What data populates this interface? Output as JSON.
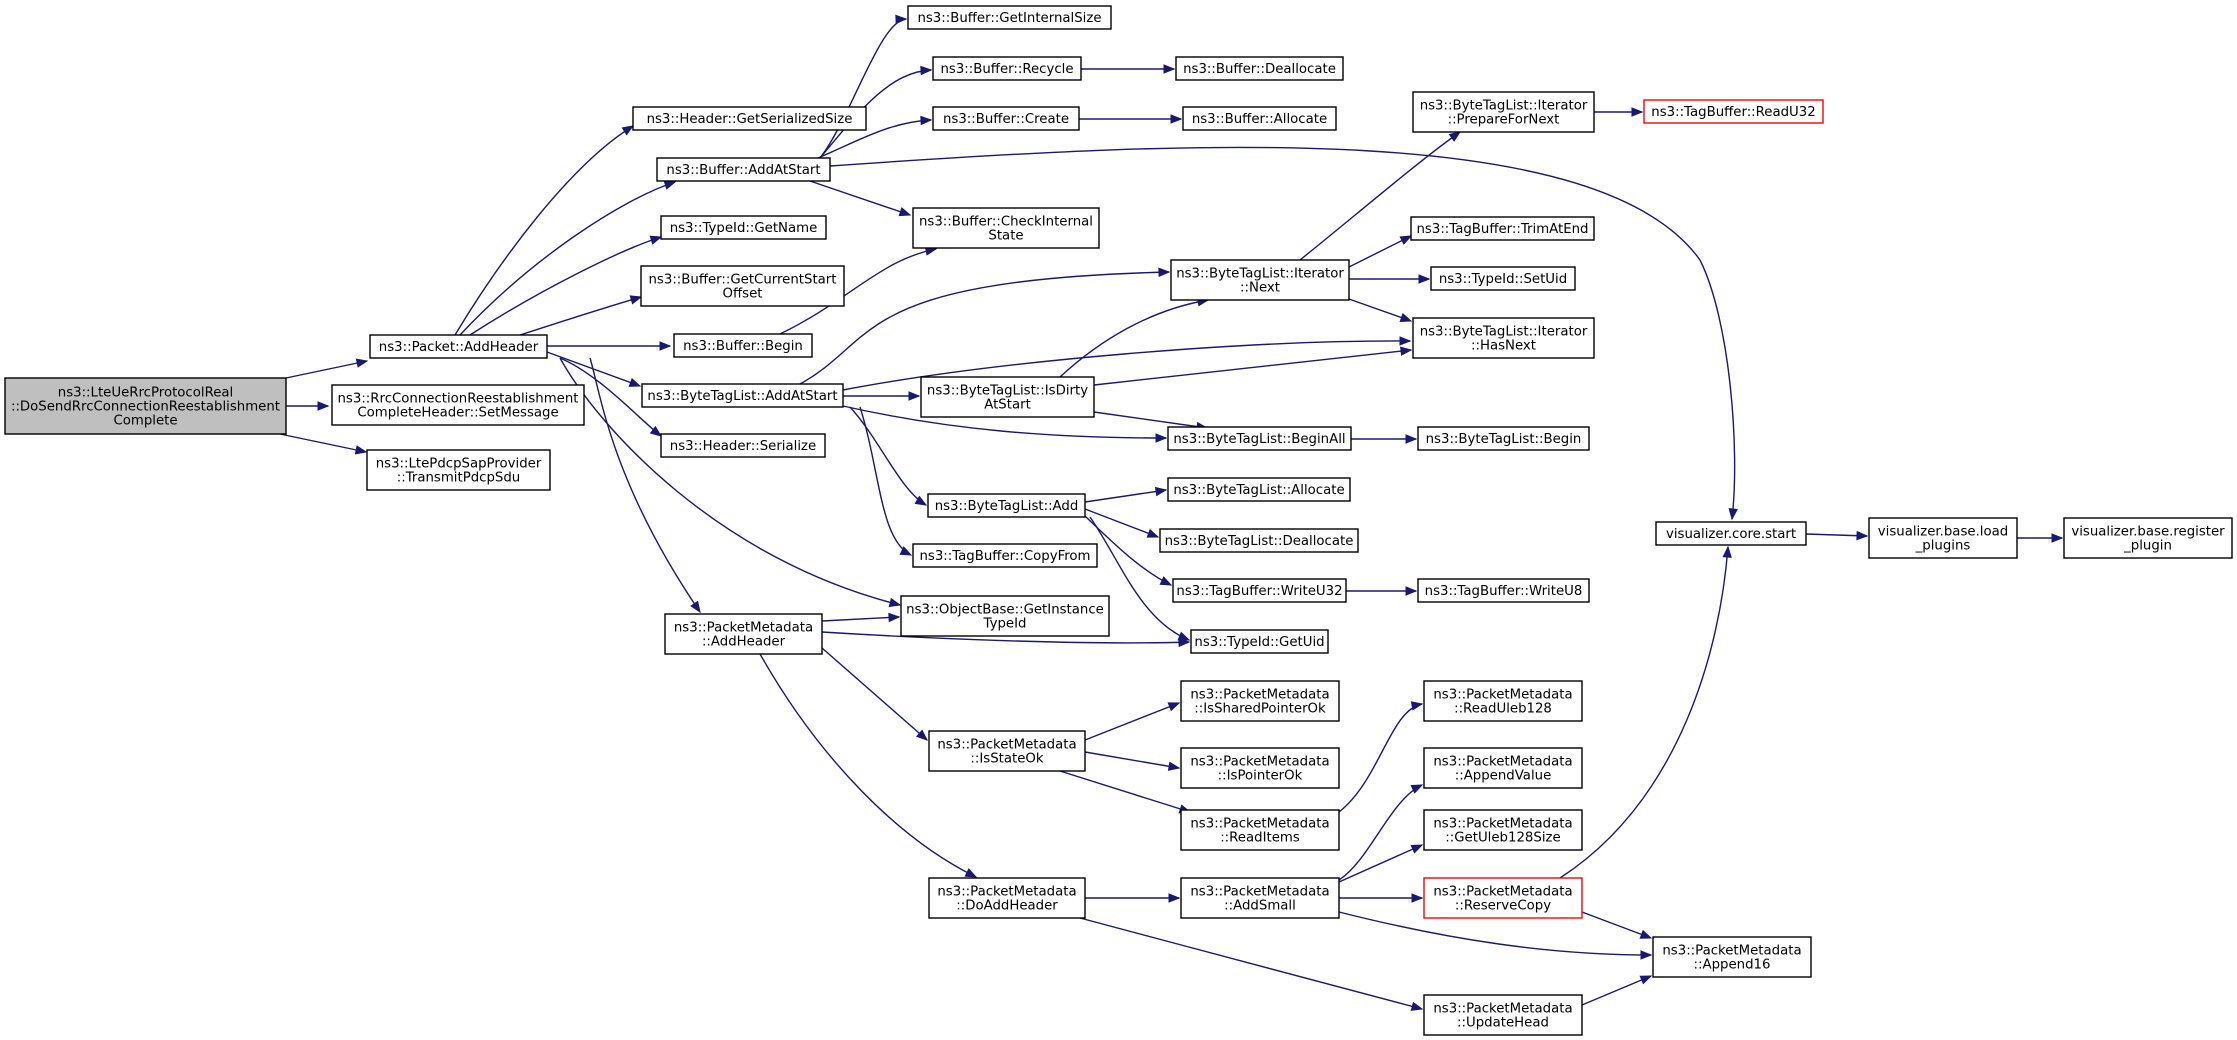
{
  "colors": {
    "edge": "#191970",
    "root_fill": "#bfbfbf",
    "node_border": "#000000",
    "truncated_border": "#ff0000"
  },
  "nodes": {
    "root": {
      "lines": [
        "ns3::LteUeRrcProtocolReal",
        "::DoSendRrcConnectionReestablishment",
        "Complete"
      ]
    },
    "addHeader": {
      "lines": [
        "ns3::Packet::AddHeader"
      ]
    },
    "setMessage": {
      "lines": [
        "ns3::RrcConnectionReestablishment",
        "CompleteHeader::SetMessage"
      ]
    },
    "transmitPdcpSdu": {
      "lines": [
        "ns3::LtePdcpSapProvider",
        "::TransmitPdcpSdu"
      ]
    },
    "getSerializedSize": {
      "lines": [
        "ns3::Header::GetSerializedSize"
      ]
    },
    "bufferAddAtStart": {
      "lines": [
        "ns3::Buffer::AddAtStart"
      ]
    },
    "typeIdGetName": {
      "lines": [
        "ns3::TypeId::GetName"
      ]
    },
    "getCurrentStartOffset": {
      "lines": [
        "ns3::Buffer::GetCurrentStart",
        "Offset"
      ]
    },
    "bufferBegin": {
      "lines": [
        "ns3::Buffer::Begin"
      ]
    },
    "btlAddAtStart": {
      "lines": [
        "ns3::ByteTagList::AddAtStart"
      ]
    },
    "headerSerialize": {
      "lines": [
        "ns3::Header::Serialize"
      ]
    },
    "pmAddHeader": {
      "lines": [
        "ns3::PacketMetadata",
        "::AddHeader"
      ]
    },
    "getInternalSize": {
      "lines": [
        "ns3::Buffer::GetInternalSize"
      ]
    },
    "recycle": {
      "lines": [
        "ns3::Buffer::Recycle"
      ]
    },
    "create": {
      "lines": [
        "ns3::Buffer::Create"
      ]
    },
    "checkInternalState": {
      "lines": [
        "ns3::Buffer::CheckInternal",
        "State"
      ]
    },
    "isDirtyAtStart": {
      "lines": [
        "ns3::ByteTagList::IsDirty",
        "AtStart"
      ]
    },
    "btlAdd": {
      "lines": [
        "ns3::ByteTagList::Add"
      ]
    },
    "copyFrom": {
      "lines": [
        "ns3::TagBuffer::CopyFrom"
      ]
    },
    "getInstanceTypeId": {
      "lines": [
        "ns3::ObjectBase::GetInstance",
        "TypeId"
      ]
    },
    "isStateOk": {
      "lines": [
        "ns3::PacketMetadata",
        "::IsStateOk"
      ]
    },
    "doAddHeader": {
      "lines": [
        "ns3::PacketMetadata",
        "::DoAddHeader"
      ]
    },
    "deallocate": {
      "lines": [
        "ns3::Buffer::Deallocate"
      ]
    },
    "allocate": {
      "lines": [
        "ns3::Buffer::Allocate"
      ]
    },
    "iterNext": {
      "lines": [
        "ns3::ByteTagList::Iterator",
        "::Next"
      ]
    },
    "beginAll": {
      "lines": [
        "ns3::ByteTagList::BeginAll"
      ]
    },
    "btlAllocate": {
      "lines": [
        "ns3::ByteTagList::Allocate"
      ]
    },
    "btlDeallocate": {
      "lines": [
        "ns3::ByteTagList::Deallocate"
      ]
    },
    "writeU32": {
      "lines": [
        "ns3::TagBuffer::WriteU32"
      ]
    },
    "getUid": {
      "lines": [
        "ns3::TypeId::GetUid"
      ]
    },
    "isSharedPointerOk": {
      "lines": [
        "ns3::PacketMetadata",
        "::IsSharedPointerOk"
      ]
    },
    "isPointerOk": {
      "lines": [
        "ns3::PacketMetadata",
        "::IsPointerOk"
      ]
    },
    "readItems": {
      "lines": [
        "ns3::PacketMetadata",
        "::ReadItems"
      ]
    },
    "addSmall": {
      "lines": [
        "ns3::PacketMetadata",
        "::AddSmall"
      ]
    },
    "prepareForNext": {
      "lines": [
        "ns3::ByteTagList::Iterator",
        "::PrepareForNext"
      ]
    },
    "trimAtEnd": {
      "lines": [
        "ns3::TagBuffer::TrimAtEnd"
      ]
    },
    "setUid": {
      "lines": [
        "ns3::TypeId::SetUid"
      ]
    },
    "hasNext": {
      "lines": [
        "ns3::ByteTagList::Iterator",
        "::HasNext"
      ]
    },
    "btlBegin": {
      "lines": [
        "ns3::ByteTagList::Begin"
      ]
    },
    "writeU8": {
      "lines": [
        "ns3::TagBuffer::WriteU8"
      ]
    },
    "readUleb128": {
      "lines": [
        "ns3::PacketMetadata",
        "::ReadUleb128"
      ]
    },
    "appendValue": {
      "lines": [
        "ns3::PacketMetadata",
        "::AppendValue"
      ]
    },
    "getUleb128Size": {
      "lines": [
        "ns3::PacketMetadata",
        "::GetUleb128Size"
      ]
    },
    "reserveCopy": {
      "lines": [
        "ns3::PacketMetadata",
        "::ReserveCopy"
      ]
    },
    "updateHead": {
      "lines": [
        "ns3::PacketMetadata",
        "::UpdateHead"
      ]
    },
    "readU32": {
      "lines": [
        "ns3::TagBuffer::ReadU32"
      ]
    },
    "vizStart": {
      "lines": [
        "visualizer.core.start"
      ]
    },
    "append16": {
      "lines": [
        "ns3::PacketMetadata",
        "::Append16"
      ]
    },
    "loadPlugins": {
      "lines": [
        "visualizer.base.load",
        "_plugins"
      ]
    },
    "registerPlugin": {
      "lines": [
        "visualizer.base.register",
        "_plugin"
      ]
    }
  }
}
